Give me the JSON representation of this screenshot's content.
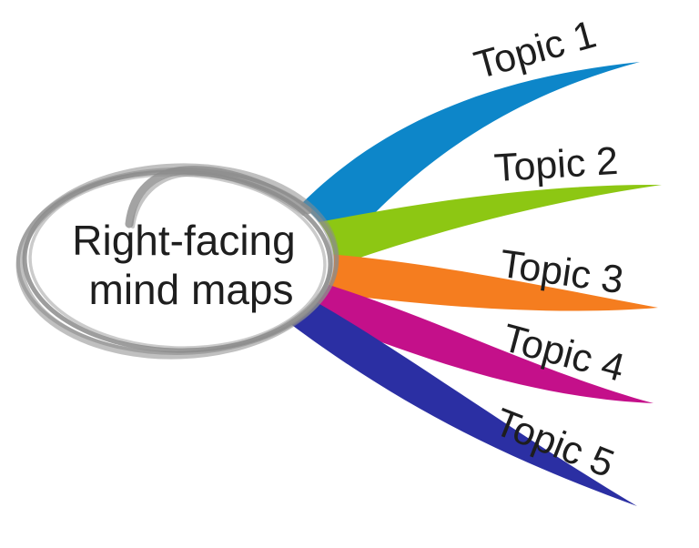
{
  "diagram": {
    "type": "mind-map",
    "orientation": "right-facing",
    "background": "#ffffff",
    "text_color": "#1e1e1e",
    "outline_color": "#8c8c8c",
    "center": {
      "title_line1": "Right-facing",
      "title_line2": "mind maps",
      "shape": "hand-drawn-ellipse"
    },
    "branches": [
      {
        "label": "Topic 1",
        "color": "#0d86c9"
      },
      {
        "label": "Topic 2",
        "color": "#8dc713"
      },
      {
        "label": "Topic 3",
        "color": "#f57d1f"
      },
      {
        "label": "Topic 4",
        "color": "#c4108a"
      },
      {
        "label": "Topic 5",
        "color": "#2b2fa3"
      }
    ]
  }
}
